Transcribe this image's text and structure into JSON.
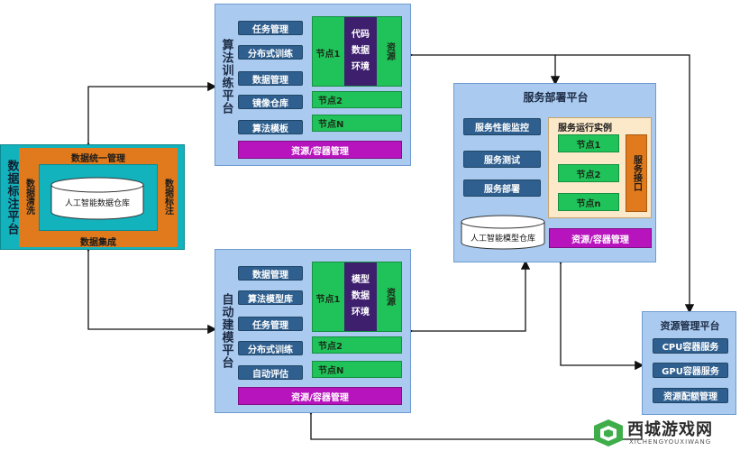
{
  "algo": {
    "title": "算法训练平台",
    "items": [
      "任务管理",
      "分布式训练",
      "数据管理",
      "镜像仓库",
      "算法模板"
    ],
    "node1": "节点1",
    "node_stack": [
      "代码",
      "数据",
      "环境"
    ],
    "resource": "资源",
    "node2": "节点2",
    "nodeN": "节点N",
    "bottom": "资源/容器管理"
  },
  "data_mgmt": {
    "title": "数据标注平台",
    "top": "数据统一管理",
    "left": "数据清洗",
    "right": "数据标注",
    "bottom": "数据集成",
    "store": "人工智能数据仓库"
  },
  "auto": {
    "title": "自动建模平台",
    "items": [
      "数据管理",
      "算法模型库",
      "任务管理",
      "分布式训练",
      "自动评估"
    ],
    "node1": "节点1",
    "node_stack": [
      "模型",
      "数据",
      "环境"
    ],
    "resource": "资源",
    "node2": "节点2",
    "nodeN": "节点N",
    "bottom": "资源/容器管理"
  },
  "deploy": {
    "title": "服务部署平台",
    "items": [
      "服务性能监控",
      "服务测试",
      "服务部署"
    ],
    "runtime_title": "服务运行实例",
    "nodes": [
      "节点1",
      "节点2",
      "节点n"
    ],
    "interface": "服务接口",
    "store": "人工智能模型仓库",
    "bottom": "资源/容器管理"
  },
  "resource": {
    "title": "资源管理平台",
    "items": [
      "CPU容器服务",
      "GPU容器服务",
      "资源配额管理"
    ]
  },
  "watermark": {
    "cn": "西城游戏网",
    "en": "XICHENGYOUXIWANG"
  },
  "colors": {
    "panel": "#aacbef",
    "button": "#2f5f8f",
    "node": "#1fc35a",
    "stack": "#3e1f6e",
    "resource_bar": "#b714bd",
    "data_frame": "#e07a1c",
    "data_outer": "#12b3bd"
  }
}
